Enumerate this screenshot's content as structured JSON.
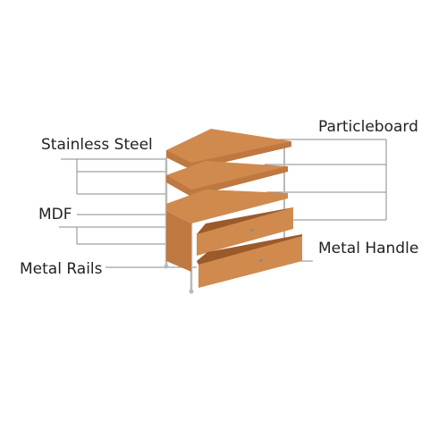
{
  "labels": {
    "particleboard": "Particleboard",
    "stainless_steel": "Stainless Steel",
    "mdf": "MDF",
    "metal_handle": "Metal Handle",
    "metal_rails": "Metal Rails"
  },
  "colors": {
    "wood_light": "#d08a4e",
    "wood_mid": "#bf7840",
    "wood_dark": "#9c5a2a",
    "metal": "#b9b9b9",
    "leader": "#8a8a8a",
    "text": "#222222"
  }
}
